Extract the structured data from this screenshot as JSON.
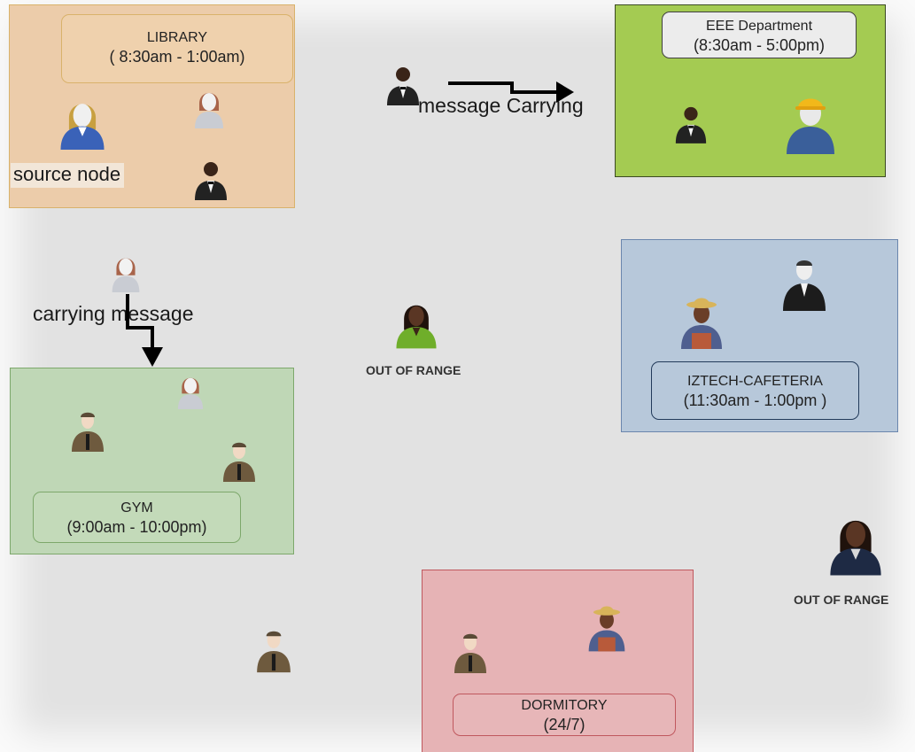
{
  "locations": {
    "library": {
      "name": "LIBRARY",
      "hours": "( 8:30am - 1:00am)",
      "fill": "#ecccaa",
      "border": "#d9b26b"
    },
    "eee": {
      "name": "EEE Department",
      "hours": "(8:30am - 5:00pm)",
      "fill": "#a4cb52",
      "border": "#404040"
    },
    "cafeteria": {
      "name": "IZTECH-CAFETERIA",
      "hours": "(11:30am - 1:00pm )",
      "fill": "#b7c8da",
      "border": "#6b86ad"
    },
    "gym": {
      "name": "GYM",
      "hours": "(9:00am - 10:00pm)",
      "fill": "#bfd7b6",
      "border": "#7da86b"
    },
    "dormitory": {
      "name": "DORMITORY",
      "hours": "(24/7)",
      "fill": "#e6b3b5",
      "border": "#c0585e"
    }
  },
  "annotations": {
    "source_node": "source node",
    "message_carrying": "message Carrying",
    "carrying_message": "carrying message",
    "out_of_range_1": "OUT OF RANGE",
    "out_of_range_2": "OUT OF RANGE"
  },
  "icons": [
    "businesswoman-icon",
    "woman-icon",
    "waiter-icon",
    "construction-worker-icon",
    "farmer-icon",
    "businessman-icon",
    "soldier-icon"
  ]
}
